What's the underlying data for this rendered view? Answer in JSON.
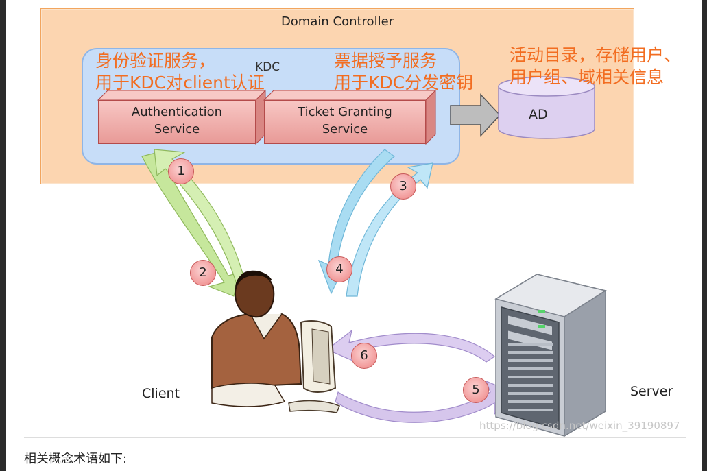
{
  "domain_controller": {
    "title": "Domain Controller"
  },
  "kdc": {
    "label": "KDC"
  },
  "services": {
    "authentication": [
      "Authentication",
      "Service"
    ],
    "ticket_granting": [
      "Ticket Granting",
      "Service"
    ]
  },
  "ad": {
    "label": "AD"
  },
  "annotations": {
    "authentication": [
      "身份验证服务，",
      "用于KDC对client认证"
    ],
    "ticket_granting": [
      "票据授予服务",
      "用于KDC分发密钥"
    ],
    "ad": [
      "活动目录，存储用户、",
      "用户组、域相关信息"
    ]
  },
  "steps": [
    "1",
    "2",
    "3",
    "4",
    "5",
    "6"
  ],
  "actors": {
    "client": "Client",
    "server": "Server"
  },
  "watermark": "https://blog.csdn.net/weixin_39190897",
  "footer": {
    "text": "相关概念术语如下:"
  },
  "colors": {
    "domain_bg": "#fcd5b0",
    "kdc_bg": "#c7ddf8",
    "service_box": "#f4b4b1",
    "ad_cylinder": "#ddd0f0",
    "annotation": "#f26d21",
    "arrow_green": "#c6e79c",
    "arrow_blue": "#a9dcf2",
    "arrow_purple": "#d6c6ec"
  },
  "icons": [
    "person-at-computer-icon",
    "server-tower-icon",
    "database-cylinder-icon",
    "right-arrow-icon"
  ]
}
